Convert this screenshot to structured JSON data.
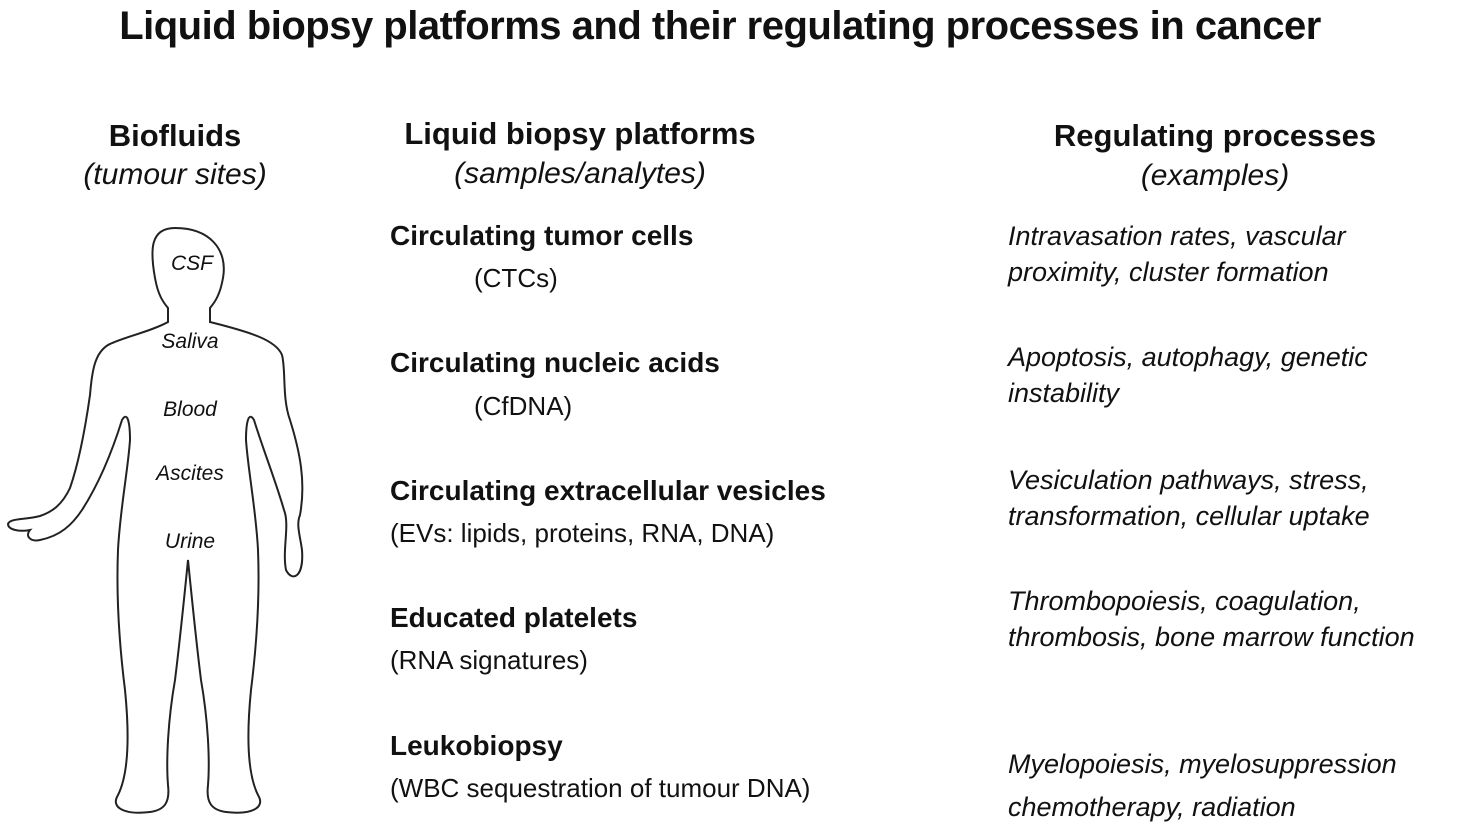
{
  "title": "Liquid biopsy platforms and their regulating processes in cancer",
  "columns": {
    "biofluids": {
      "heading": "Biofluids",
      "subheading": "(tumour sites)"
    },
    "platforms": {
      "heading": "Liquid biopsy platforms",
      "subheading": "(samples/analytes)"
    },
    "processes": {
      "heading": "Regulating processes",
      "subheading": "(examples)"
    }
  },
  "biofluids": [
    "CSF",
    "Saliva",
    "Blood",
    "Ascites",
    "Urine"
  ],
  "platforms": [
    {
      "name": "Circulating tumor cells",
      "sample": "(CTCs)"
    },
    {
      "name": "Circulating nucleic acids",
      "sample": "(CfDNA)"
    },
    {
      "name": "Circulating extracellular vesicles",
      "sample": "(EVs: lipids, proteins, RNA, DNA)"
    },
    {
      "name": "Educated platelets",
      "sample": "(RNA signatures)"
    },
    {
      "name": "Leukobiopsy",
      "sample": "(WBC sequestration of tumour DNA)"
    }
  ],
  "processes": [
    [
      "Intravasation rates, vascular",
      "proximity,  cluster formation"
    ],
    [
      "Apoptosis, autophagy,  genetic",
      "instability"
    ],
    [
      "Vesiculation pathways,  stress,",
      "transformation,  cellular uptake"
    ],
    [
      "Thrombopoiesis,  coagulation,",
      "thrombosis, bone marrow  function"
    ],
    [
      "Myelopoiesis,  myelosuppression",
      "chemotherapy,  radiation"
    ]
  ]
}
